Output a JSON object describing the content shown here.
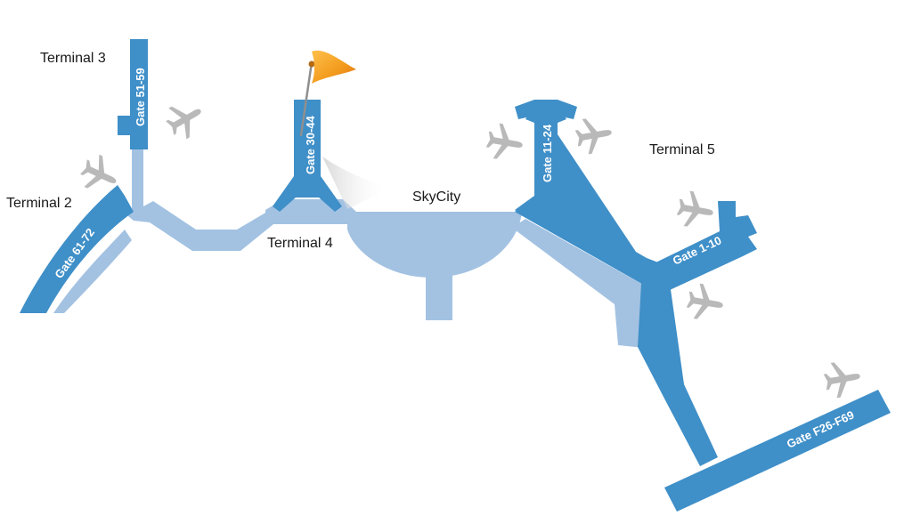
{
  "terminals": {
    "t2": "Terminal 2",
    "t3": "Terminal 3",
    "t4": "Terminal 4",
    "t5": "Terminal 5",
    "skycity": "SkyCity"
  },
  "gates": {
    "g61_72": "Gate 61-72",
    "g51_59": "Gate 51-59",
    "g30_44": "Gate 30-44",
    "g11_24": "Gate 11-24",
    "g1_10": "Gate 1-10",
    "gF26_F69": "Gate F26-F69"
  },
  "icons": {
    "flag": "flag-marker-icon",
    "plane": "airplane-icon"
  },
  "colors": {
    "gate_blue": "#3f8fc8",
    "corridor_light": "#a3c2e2",
    "plane_gray": "#b9b9b9",
    "flag_orange": "#f29a1c"
  }
}
